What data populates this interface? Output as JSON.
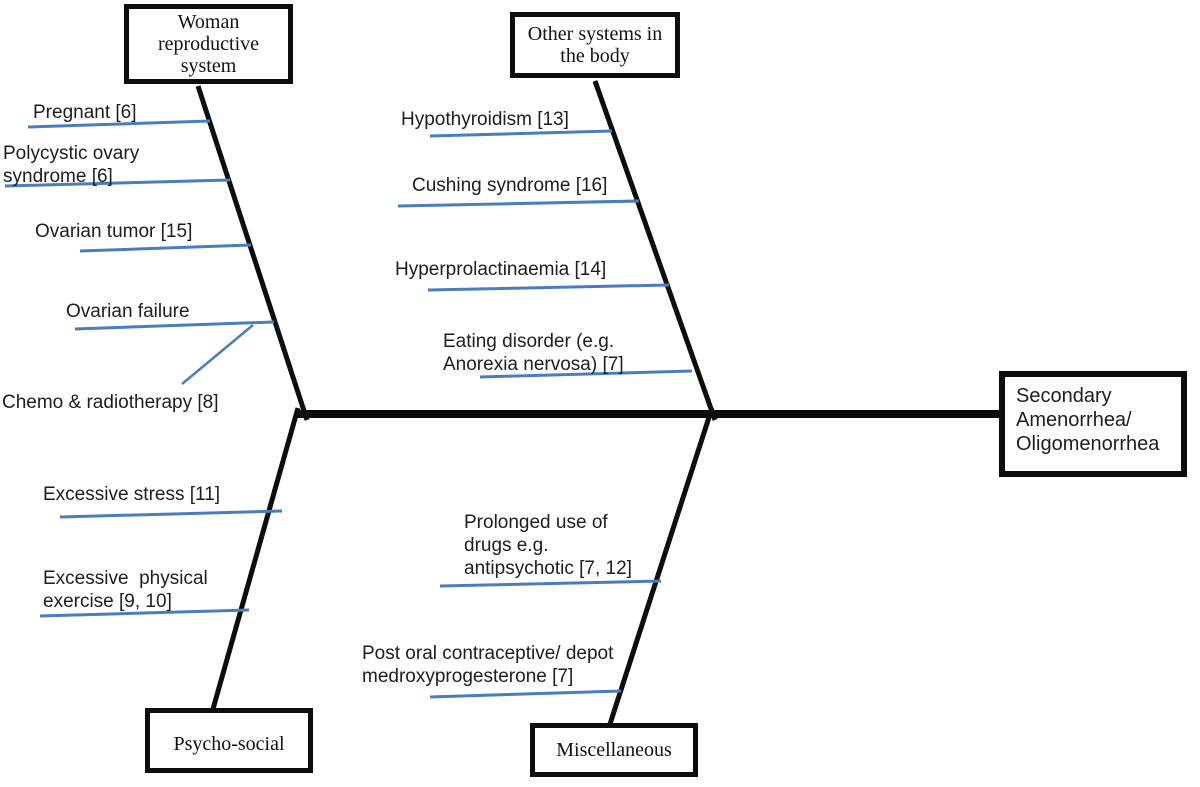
{
  "diagram": {
    "type": "fishbone-cause-effect",
    "effect_label": "Secondary\nAmenorrhea/\nOligomenorrhea",
    "branches": [
      {
        "label": "Woman\nreproductive\nsystem",
        "position": "top-left",
        "causes": [
          "Pregnant [6]",
          "Polycystic ovary\nsyndrome [6]",
          "Ovarian tumor [15]",
          "Ovarian failure",
          "Chemo & radiotherapy [8]"
        ]
      },
      {
        "label": "Other systems in\nthe body",
        "position": "top-middle",
        "causes": [
          "Hypothyroidism [13]",
          "Cushing syndrome [16]",
          "Hyperprolactinaemia [14]",
          "Eating disorder (e.g.\nAnorexia nervosa) [7]"
        ]
      },
      {
        "label": "Psycho-social",
        "position": "bottom-left",
        "causes": [
          "Excessive stress [11]",
          "Excessive  physical\nexercise [9, 10]"
        ]
      },
      {
        "label": "Miscellaneous",
        "position": "bottom-middle",
        "causes": [
          "Prolonged use of\ndrugs e.g.\nantipsychotic [7, 12]",
          "Post oral contraceptive/ depot\nmedroxyprogesterone [7]"
        ]
      }
    ]
  },
  "colors": {
    "line_black": "#0d0d0d",
    "branch_blue": "#4a7dbe"
  }
}
